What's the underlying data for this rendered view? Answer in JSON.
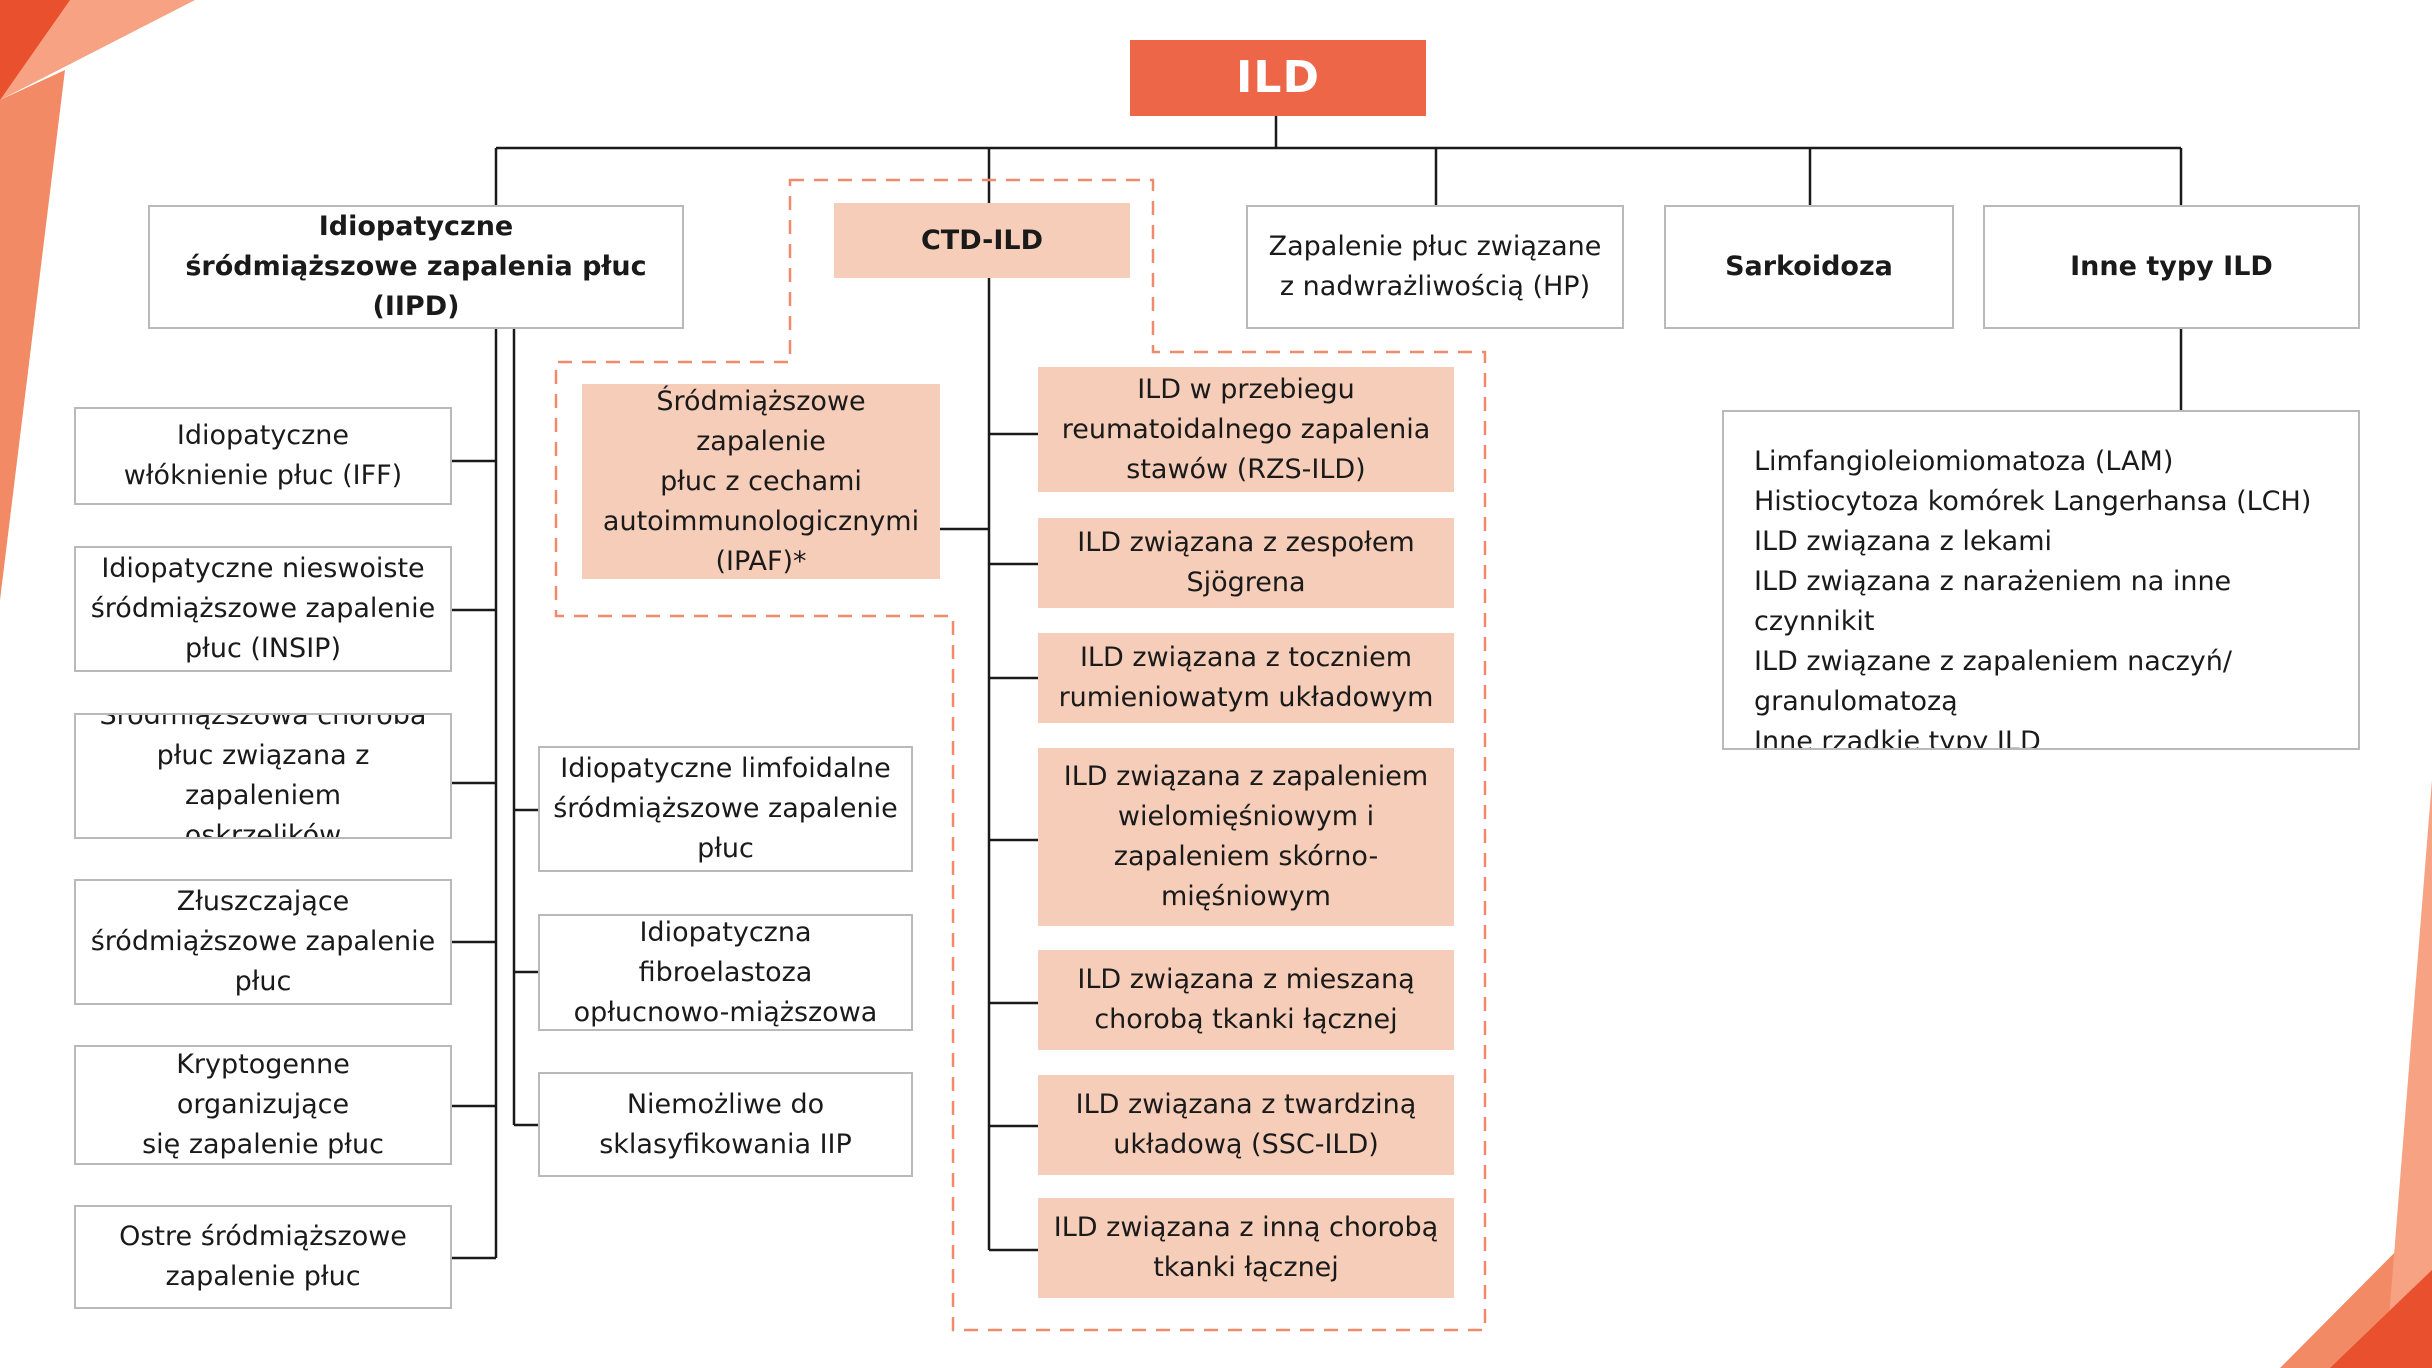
{
  "root": {
    "label": "ILD"
  },
  "categories": {
    "iipd": "Idiopatyczne\nśródmiąższowe zapalenia płuc (IIPD)",
    "ctd": "CTD-ILD",
    "hp": "Zapalenie płuc związane\nz nadwrażliwością (HP)",
    "sarkoidoza": "Sarkoidoza",
    "inne": "Inne typy ILD"
  },
  "iipd_left": [
    "Idiopatyczne\nwłóknienie płuc (IFF)",
    "Idiopatyczne nieswoiste\nśródmiąższowe zapalenie\npłuc (INSIP)",
    "Śródmiąższowa choroba\npłuc związana z zapaleniem\noskrzelików",
    "Złuszczające\nśródmiąższowe zapalenie\npłuc",
    "Kryptogenne organizujące\nsię zapalenie płuc",
    "Ostre śródmiąższowe\nzapalenie płuc"
  ],
  "iipd_right": [
    "Idiopatyczne limfoidalne\nśródmiąższowe zapalenie\npłuc",
    "Idiopatyczna fibroelastoza\nopłucnowo-miąższowa",
    "Niemożliwe do\nsklasyfikowania IIP"
  ],
  "ipaf": "Śródmiąższowe zapalenie\npłuc z cechami\nautoimmunologicznymi\n(IPAF)*",
  "ctd_items": [
    "ILD w przebiegu\nreumatoidalnego zapalenia\nstawów (RZS-ILD)",
    "ILD związana z zespołem\nSjögrena",
    "ILD związana z toczniem\nrumieniowatym układowym",
    "ILD związana z zapaleniem\nwielomięśniowym i\nzapaleniem skórno-\nmięśniowym",
    "ILD związana z mieszaną\nchorobą tkanki łącznej",
    "ILD związana z twardziną\nukładową (SSC-ILD)",
    "ILD związana z inną chorobą\ntkanki łącznej"
  ],
  "inne_list": [
    "Limfangioleiomiomatoza (LAM)",
    "Histiocytoza komórek Langerhansa (LCH)",
    "ILD związana z lekami",
    "ILD związana z narażeniem na inne czynnikit",
    "ILD związane z zapaleniem naczyń/",
    "granulomatozą",
    "Inne rzadkie typy ILD"
  ],
  "colors": {
    "accent": "#ec6647",
    "pink_fill": "#f5cdb9",
    "dashed_border": "#f08a6a",
    "box_border": "#b9b9b9",
    "connector": "#1a1a1a"
  }
}
